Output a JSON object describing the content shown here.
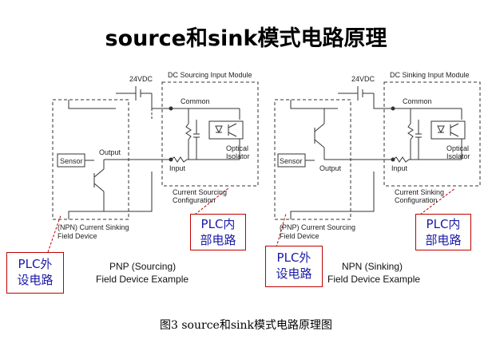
{
  "title": "source和sink模式电路原理",
  "caption": "图3  source和sink模式电路原理图",
  "left": {
    "supply": "24VDC",
    "module": "DC Sourcing Input Module",
    "common": "Common",
    "input": "Input",
    "output": "Output",
    "sensor": "Sensor",
    "optical": "Optical",
    "isolator": "Isolator",
    "config_line1": "Current Sourcing",
    "config_line2": "Configuration",
    "device_line1": "(NPN) Current Sinking",
    "device_line2": "Field Device",
    "example_line1": "PNP (Sourcing)",
    "example_line2": "Field Device Example",
    "plc_internal_line1": "PLC内",
    "plc_internal_line2": "部电路",
    "plc_external_line1": "PLC外",
    "plc_external_line2": "设电路"
  },
  "right": {
    "supply": "24VDC",
    "module": "DC Sinking Input Module",
    "common": "Common",
    "input": "Input",
    "output": "Output",
    "sensor": "Sensor",
    "optical": "Optical",
    "isolator": "Isolator",
    "config_line1": "Current Sinking",
    "config_line2": "Configuration",
    "device_line1": "(PNP) Current Sourcing",
    "device_line2": "Field Device",
    "example_line1": "NPN (Sinking)",
    "example_line2": "Field Device Example",
    "plc_internal_line1": "PLC内",
    "plc_internal_line2": "部电路",
    "plc_external_line1": "PLC外",
    "plc_external_line2": "设电路"
  }
}
